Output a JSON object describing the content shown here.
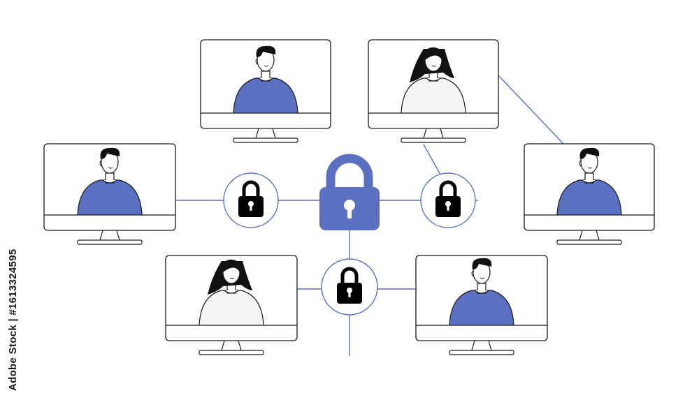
{
  "diagram": {
    "colors": {
      "accent": "#5b70c0",
      "outline": "#1a1a1a",
      "skin": "#ffffff",
      "hair": "#111111",
      "shirt_light": "#f4f4f6",
      "line": "#5b70c0"
    },
    "nodes": [
      {
        "id": "monitor-top-left",
        "icon": "user-monitor",
        "person": "man",
        "shirt": "accent"
      },
      {
        "id": "monitor-top-right",
        "icon": "user-monitor",
        "person": "woman",
        "shirt": "light"
      },
      {
        "id": "monitor-middle-left",
        "icon": "user-monitor",
        "person": "man",
        "shirt": "accent"
      },
      {
        "id": "monitor-middle-right",
        "icon": "user-monitor",
        "person": "man",
        "shirt": "accent"
      },
      {
        "id": "monitor-bottom-left",
        "icon": "user-monitor",
        "person": "woman",
        "shirt": "light"
      },
      {
        "id": "monitor-bottom-right",
        "icon": "user-monitor",
        "person": "man",
        "shirt": "accent"
      }
    ],
    "locks": [
      {
        "id": "central-padlock",
        "icon": "padlock-icon",
        "style": "filled-accent"
      },
      {
        "id": "lock-node-left",
        "icon": "padlock-icon",
        "style": "circled-black"
      },
      {
        "id": "lock-node-right",
        "icon": "padlock-icon",
        "style": "circled-black"
      },
      {
        "id": "lock-node-bottom",
        "icon": "padlock-icon",
        "style": "circled-black"
      }
    ]
  },
  "watermark": {
    "text": "Adobe Stock | #1613324595"
  }
}
